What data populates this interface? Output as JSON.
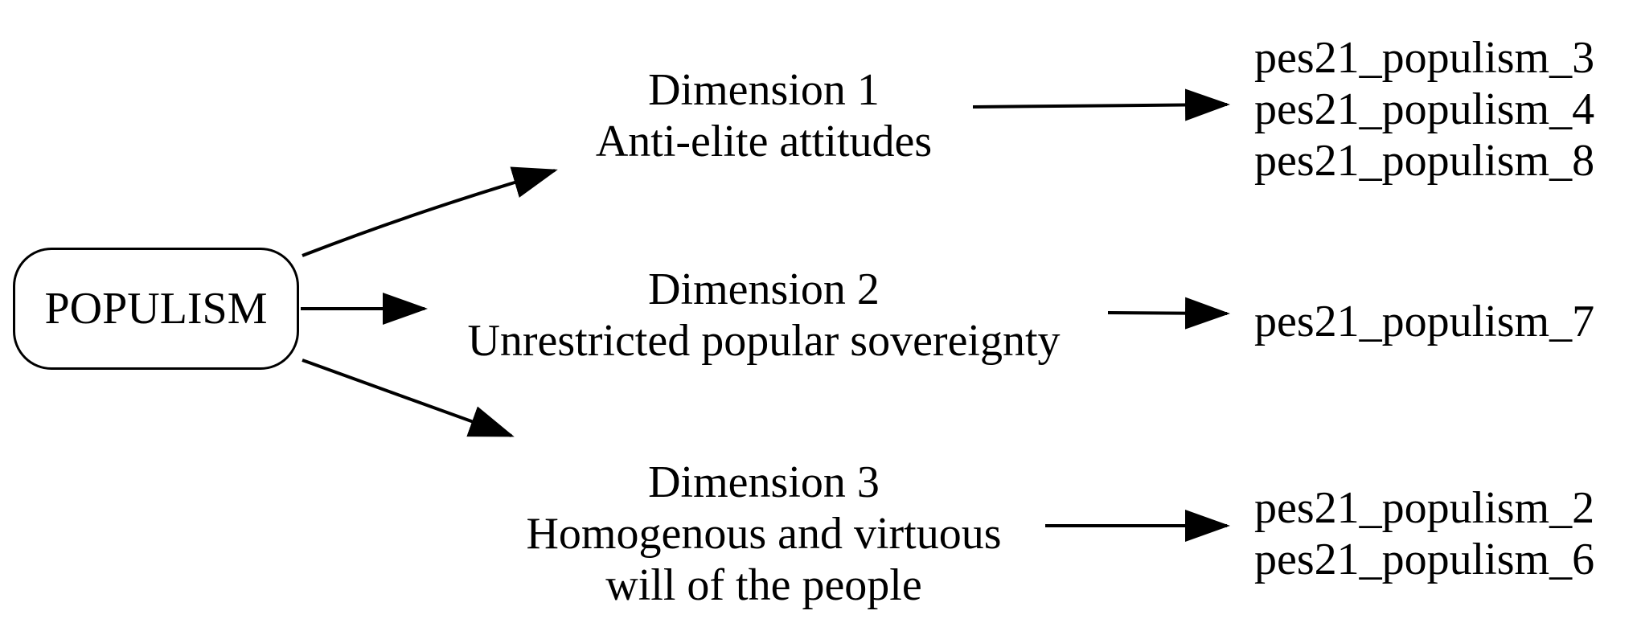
{
  "root": {
    "label": "POPULISM"
  },
  "dimensions": [
    {
      "title": "Dimension 1",
      "lines": [
        "Anti-elite attitudes"
      ],
      "items": [
        "pes21_populism_3",
        "pes21_populism_4",
        "pes21_populism_8"
      ]
    },
    {
      "title": "Dimension 2",
      "lines": [
        "Unrestricted popular sovereignty"
      ],
      "items": [
        "pes21_populism_7"
      ]
    },
    {
      "title": "Dimension 3",
      "lines": [
        "Homogenous and virtuous",
        "will of the people"
      ],
      "items": [
        "pes21_populism_2",
        "pes21_populism_6"
      ]
    }
  ]
}
